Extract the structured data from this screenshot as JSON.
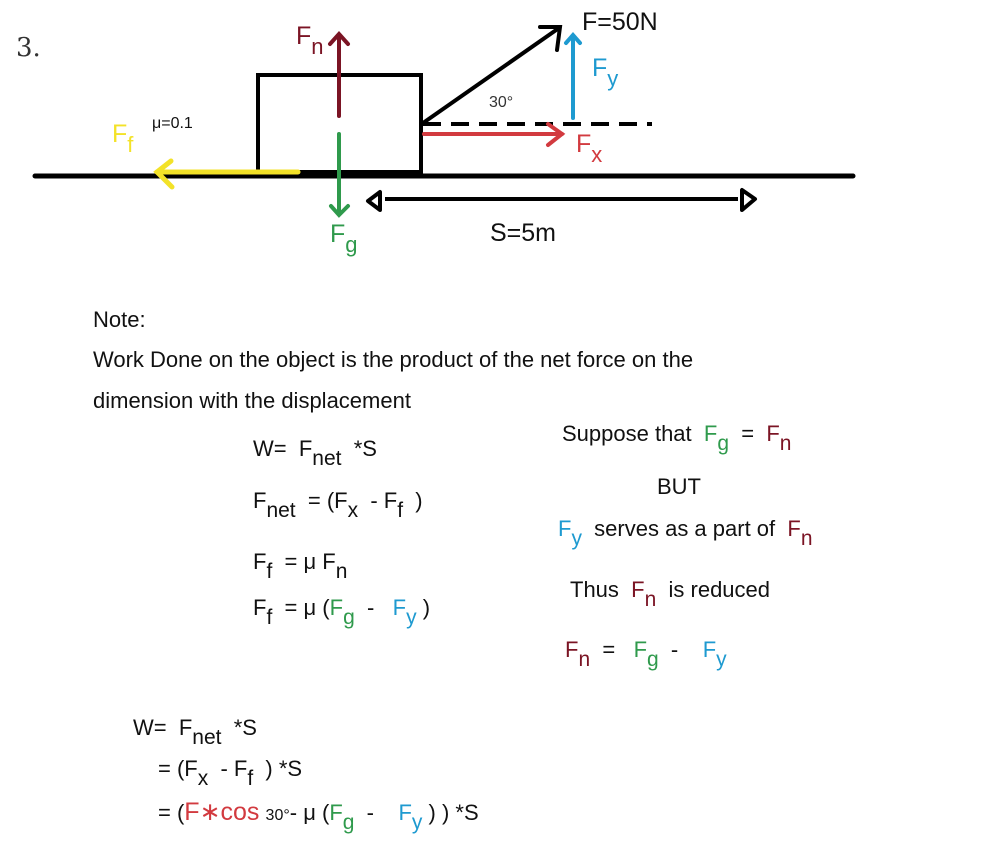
{
  "colors": {
    "fn": "#7b1424",
    "fg": "#2f9a4c",
    "fy": "#1e9ad0",
    "fx": "#d23a3f",
    "ff": "#f3e228",
    "k": "#111111"
  },
  "problem_number": "3.",
  "diagram": {
    "fn_label": {
      "t": "F",
      "s": "n"
    },
    "fg_label": {
      "t": "F",
      "s": "g"
    },
    "ff_label": {
      "t": "F",
      "s": "f"
    },
    "fx_label": {
      "t": "F",
      "s": "x"
    },
    "fy_label": {
      "t": "F",
      "s": "y"
    },
    "mu": "μ=0.1",
    "force": "F=50N",
    "angle": "30°",
    "distance": "S=5m"
  },
  "note": {
    "title": "Note:",
    "line1": "Work Done on the object is the product of the net force on the",
    "line2": "dimension with the displacement"
  },
  "formulas": [
    [
      {
        "t": "W=  "
      },
      {
        "t": "F",
        "s": "net"
      },
      {
        "t": "  *S"
      }
    ],
    [
      {
        "t": "F",
        "s": "net"
      },
      {
        "t": "  = (F"
      },
      {
        "t": "",
        "s": "x"
      },
      {
        "t": "  - F"
      },
      {
        "t": "",
        "s": "f"
      },
      {
        "t": "  )"
      }
    ],
    [
      {
        "t": "F",
        "s": "f"
      },
      {
        "t": "  = μ "
      },
      {
        "t": "F",
        "s": "n"
      }
    ],
    [
      {
        "t": "F",
        "s": "f"
      },
      {
        "t": "  = μ ("
      },
      {
        "t": "F",
        "s": "g",
        "c": "fg"
      },
      {
        "t": "  -   "
      },
      {
        "t": "F",
        "s": "y",
        "c": "fy"
      },
      {
        "t": " )"
      }
    ]
  ],
  "reasoning": [
    [
      {
        "t": "Suppose that  "
      },
      {
        "t": "F",
        "s": "g",
        "c": "fg"
      },
      {
        "t": "  =  "
      },
      {
        "t": "F",
        "s": "n",
        "c": "fn"
      }
    ],
    [
      {
        "t": "BUT"
      }
    ],
    [
      {
        "t": "F",
        "s": "y",
        "c": "fy"
      },
      {
        "t": "  serves as a part of  "
      },
      {
        "t": "F",
        "s": "n",
        "c": "fn"
      }
    ],
    [
      {
        "t": "Thus  "
      },
      {
        "t": "F",
        "s": "n",
        "c": "fn"
      },
      {
        "t": "  is reduced"
      }
    ],
    [
      {
        "t": "F",
        "s": "n",
        "c": "fn"
      },
      {
        "t": "  =   "
      },
      {
        "t": "F",
        "s": "g",
        "c": "fg"
      },
      {
        "t": "  -    "
      },
      {
        "t": "F",
        "s": "y",
        "c": "fy"
      }
    ]
  ],
  "solution": [
    [
      {
        "t": "W=  "
      },
      {
        "t": "F",
        "s": "net"
      },
      {
        "t": "  *S"
      }
    ],
    [
      {
        "t": "= (F"
      },
      {
        "t": "",
        "s": "x"
      },
      {
        "t": "  - F"
      },
      {
        "t": "",
        "s": "f"
      },
      {
        "t": "  ) *S"
      }
    ],
    [
      {
        "t": "= ("
      },
      {
        "t": "F∗cos",
        "c": "fx",
        "big": true
      },
      {
        "t": " "
      },
      {
        "t": "30°",
        "small": true
      },
      {
        "t": "- μ ("
      },
      {
        "t": "F",
        "s": "g",
        "c": "fg"
      },
      {
        "t": "  -    "
      },
      {
        "t": "F",
        "s": "y",
        "c": "fy"
      },
      {
        "t": " ) ) *S"
      }
    ]
  ]
}
